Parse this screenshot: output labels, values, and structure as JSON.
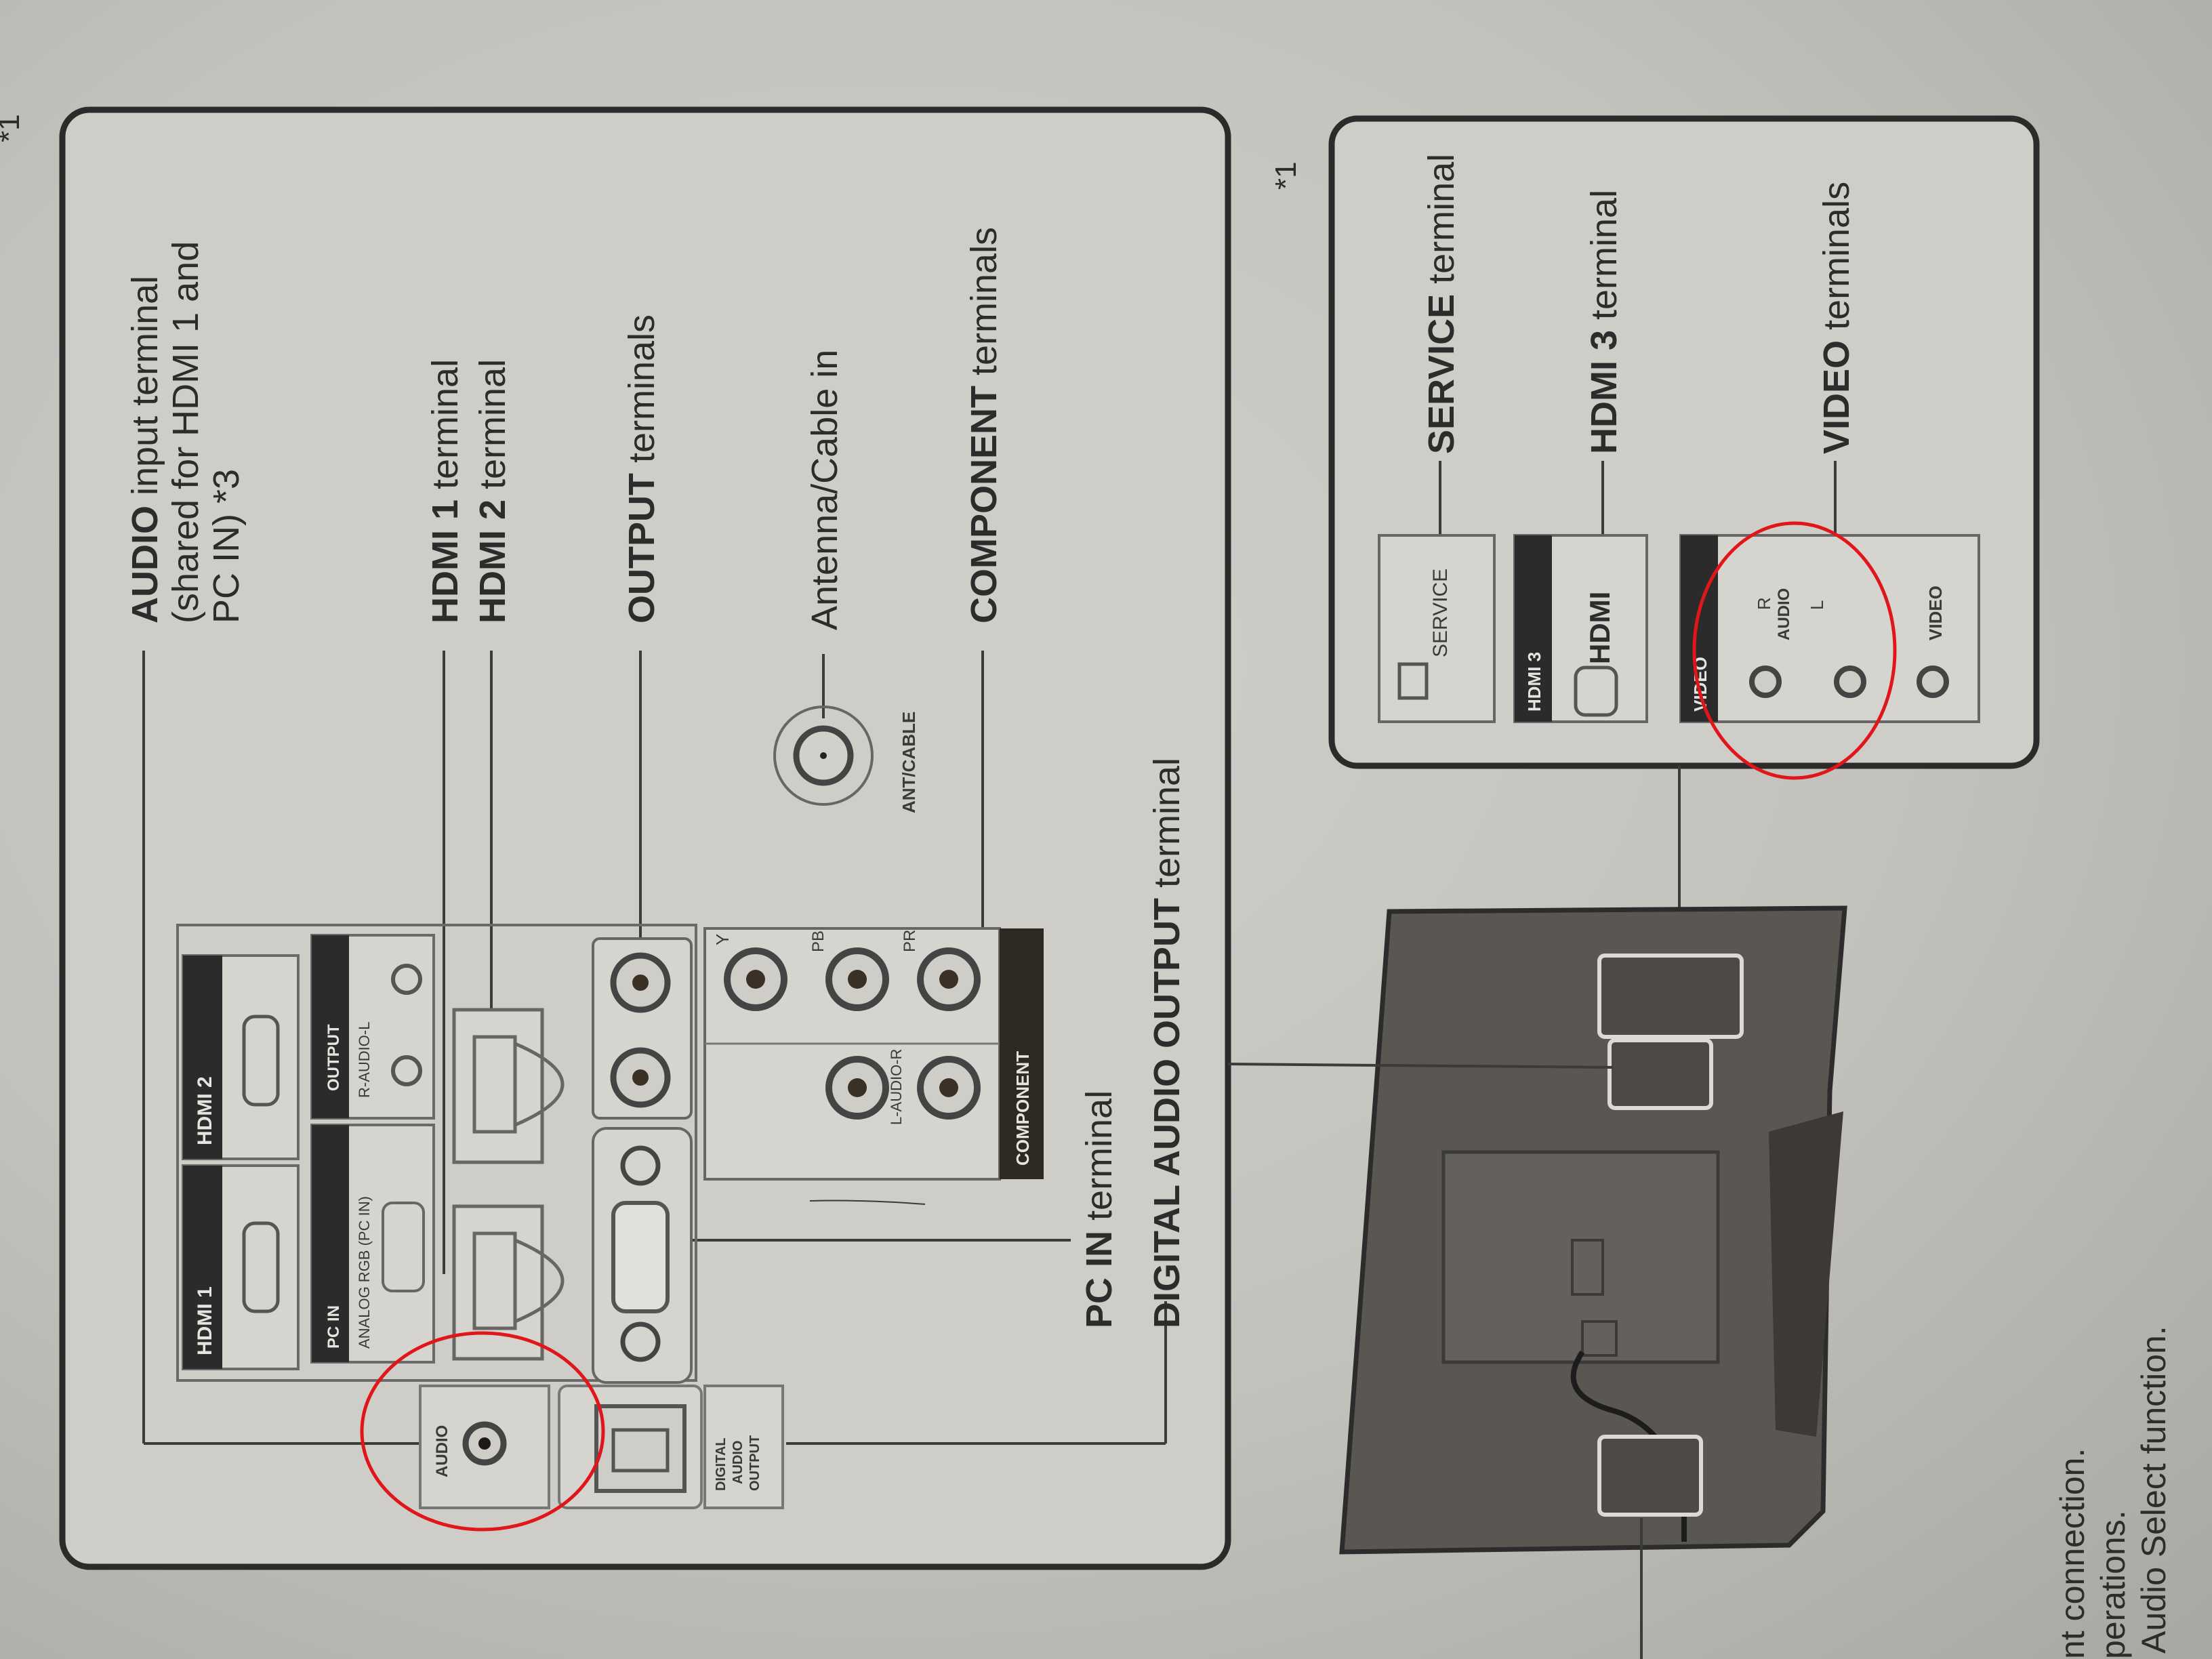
{
  "page": {
    "footnote_marker_top": "*1",
    "footnote_marker_mid": "*1"
  },
  "main_panel": {
    "callouts": [
      {
        "bold": "AUDIO",
        "rest": " input terminal",
        "line2": "(shared for HDMI 1 and",
        "line3": "PC IN) *3"
      },
      {
        "bold": "HDMI 1",
        "rest": " terminal"
      },
      {
        "bold": "HDMI 2",
        "rest": " terminal"
      },
      {
        "bold": "OUTPUT",
        "rest": " terminals"
      },
      {
        "bold": "",
        "rest": "Antenna/Cable in"
      },
      {
        "bold": "COMPONENT",
        "rest": " terminals"
      },
      {
        "bold": "PC IN",
        "rest": " terminal"
      },
      {
        "bold": "DIGITAL AUDIO OUTPUT",
        "rest": " terminal"
      }
    ],
    "port_labels": {
      "hdmi1": "HDMI 1",
      "hdmi2": "HDMI 2",
      "pc_in": "PC IN",
      "analog_rgb": "ANALOG RGB (PC IN)",
      "output": "OUTPUT",
      "output_audio": "R-AUDIO-L",
      "audio": "AUDIO",
      "digital_audio_output_1": "DIGITAL",
      "digital_audio_output_2": "AUDIO",
      "digital_audio_output_3": "OUTPUT",
      "ant_cable": "ANT/CABLE",
      "component": "COMPONENT",
      "comp_y": "Y",
      "comp_pb": "PB",
      "comp_pr": "PR",
      "comp_audio": "L-AUDIO-R"
    }
  },
  "side_panel": {
    "callouts": [
      {
        "bold": "SERVICE",
        "rest": " terminal"
      },
      {
        "bold": "HDMI 3",
        "rest": " terminal"
      },
      {
        "bold": "VIDEO",
        "rest": " terminals"
      }
    ],
    "port_labels": {
      "service": "SERVICE",
      "hdmi3": "HDMI 3",
      "hdmi_logo": "HDMI",
      "video_tab": "VIDEO",
      "audio_r": "R",
      "audio": "AUDIO",
      "audio_l": "L",
      "video": "VIDEO"
    }
  },
  "footnotes": {
    "line1": "nt connection.",
    "line2": "perations.",
    "line3": "Audio Select function."
  },
  "annotations": {
    "highlight_color": "#e0161b",
    "highlights": [
      "audio-input-terminal",
      "video-audio-terminals"
    ]
  }
}
